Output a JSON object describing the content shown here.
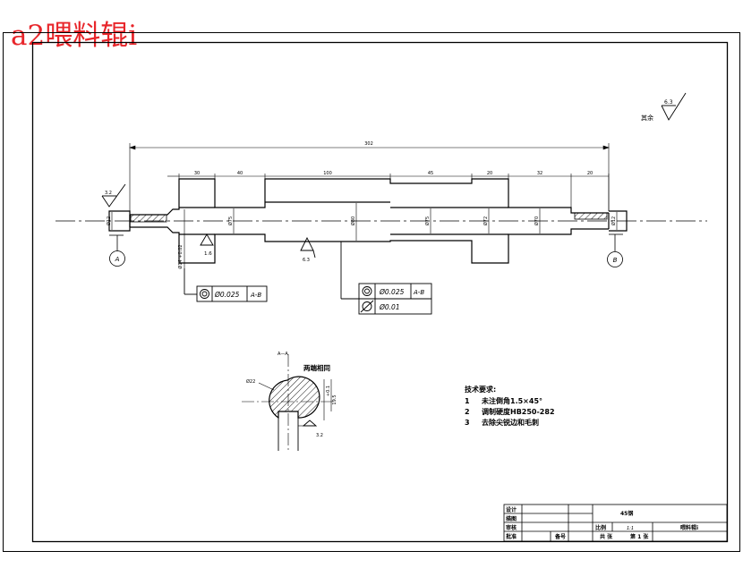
{
  "title": "a2喂料辊i",
  "roughness": {
    "other_label": "其余",
    "other_value": "6.3",
    "left_end": "3.2",
    "center": "6.3",
    "shoulder": "1.6",
    "section": "3.2"
  },
  "dimensions": {
    "overall": "302",
    "segments": [
      "30",
      "40",
      "100",
      "45",
      "20",
      "32",
      "20"
    ],
    "diameters": [
      "Ø12",
      "Ø75",
      "Ø80",
      "Ø75",
      "Ø72",
      "Ø70",
      "Ø12"
    ],
    "bearing_left": "Ø14 +0.02",
    "section_dia": "Ø22",
    "section_key": [
      "+0.1",
      "19.5"
    ]
  },
  "datums": {
    "left": "A",
    "right": "B"
  },
  "tolerance_frames": {
    "left": {
      "value": "Ø0.025",
      "datum": "A-B"
    },
    "right_rows": [
      {
        "value": "Ø0.025",
        "datum": "A-B"
      },
      {
        "value": "Ø0.01",
        "datum": ""
      }
    ]
  },
  "section": {
    "label": "A—A",
    "note": "两端相同"
  },
  "notes": {
    "header": "技术要求:",
    "items": [
      {
        "num": "1",
        "text": "未注倒角1.5×45°"
      },
      {
        "num": "2",
        "text": "调制硬度HB250-282"
      },
      {
        "num": "3",
        "text": "去除尖锐边和毛刺"
      }
    ]
  },
  "title_block": {
    "design": "设计",
    "draw": "描图",
    "check": "审核",
    "approve": "批准",
    "doc_no": "备号",
    "material": "45钢",
    "scale_label": "比例",
    "scale": "1:1",
    "sheet_total": "共 张",
    "sheet_no": "第 1 张",
    "part_name": "喂料辊i"
  }
}
